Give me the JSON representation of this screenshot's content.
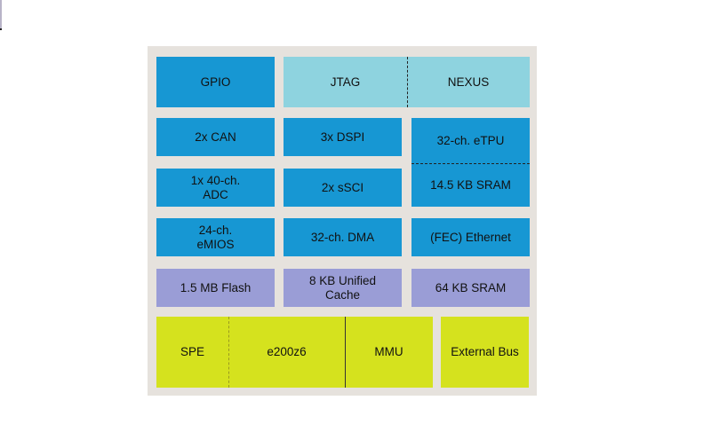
{
  "diagram": {
    "debug_row": {
      "gpio": "GPIO",
      "jtag": "JTAG",
      "nexus": "NEXUS"
    },
    "peripherals": {
      "can": "2x CAN",
      "dspi": "3x DSPI",
      "etpu": "32-ch. eTPU",
      "adc_line1": "1x 40-ch.",
      "adc_line2": "ADC",
      "ssci": "2x sSCI",
      "etpu_sram": "14.5 KB SRAM",
      "emios_line1": "24-ch.",
      "emios_line2": "eMIOS",
      "dma": "32-ch. DMA",
      "ethernet": "(FEC) Ethernet"
    },
    "memory": {
      "flash": "1.5 MB Flash",
      "cache_line1": "8 KB Unified",
      "cache_line2": "Cache",
      "sram": "64 KB SRAM"
    },
    "core": {
      "spe": "SPE",
      "cpu": "e200z6",
      "mmu": "MMU",
      "external_bus": "External Bus"
    },
    "colors": {
      "peripheral": "#1797d3",
      "debug": "#8ed3df",
      "memory": "#9a9dd6",
      "core": "#d5e21e",
      "background": "#e6e2dd"
    }
  }
}
